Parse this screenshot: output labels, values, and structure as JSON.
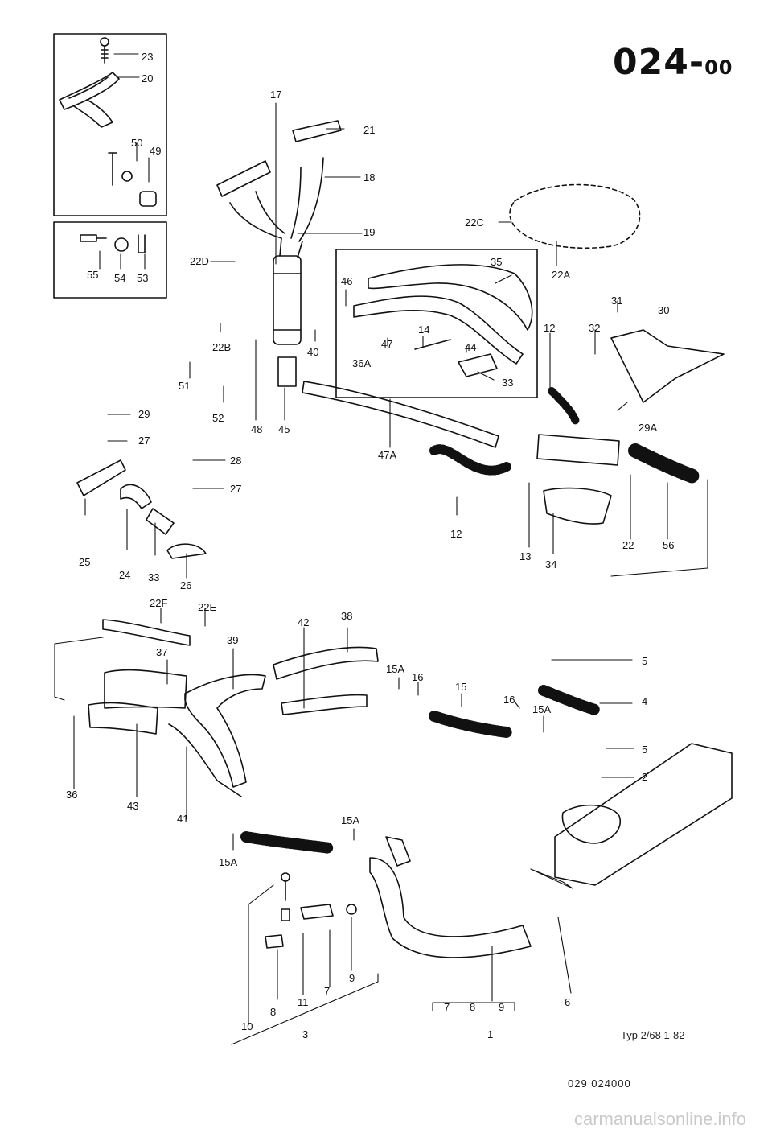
{
  "header": {
    "page_code": "024-",
    "page_suffix": "00"
  },
  "footer": {
    "model_info": "Typ 2/68   1-82",
    "ref_code": "029  024000",
    "watermark": "carmanualsonline.info"
  },
  "callouts": [
    {
      "id": "c23",
      "text": "23"
    },
    {
      "id": "c20",
      "text": "20"
    },
    {
      "id": "c50",
      "text": "50"
    },
    {
      "id": "c49",
      "text": "49"
    },
    {
      "id": "c55",
      "text": "55"
    },
    {
      "id": "c54",
      "text": "54"
    },
    {
      "id": "c53",
      "text": "53"
    },
    {
      "id": "c17",
      "text": "17"
    },
    {
      "id": "c21",
      "text": "21"
    },
    {
      "id": "c18",
      "text": "18"
    },
    {
      "id": "c19",
      "text": "19"
    },
    {
      "id": "c22D",
      "text": "22D"
    },
    {
      "id": "c22C",
      "text": "22C"
    },
    {
      "id": "c22A",
      "text": "22A"
    },
    {
      "id": "c35",
      "text": "35"
    },
    {
      "id": "c46",
      "text": "46"
    },
    {
      "id": "c47",
      "text": "47"
    },
    {
      "id": "c14",
      "text": "14"
    },
    {
      "id": "c44",
      "text": "44"
    },
    {
      "id": "c36A",
      "text": "36A"
    },
    {
      "id": "c33a",
      "text": "33"
    },
    {
      "id": "c12a",
      "text": "12"
    },
    {
      "id": "c31",
      "text": "31"
    },
    {
      "id": "c30",
      "text": "30"
    },
    {
      "id": "c32",
      "text": "32"
    },
    {
      "id": "c29A",
      "text": "29A"
    },
    {
      "id": "c22B",
      "text": "22B"
    },
    {
      "id": "c40",
      "text": "40"
    },
    {
      "id": "c51",
      "text": "51"
    },
    {
      "id": "c52",
      "text": "52"
    },
    {
      "id": "c48",
      "text": "48"
    },
    {
      "id": "c45",
      "text": "45"
    },
    {
      "id": "c47A",
      "text": "47A"
    },
    {
      "id": "c29",
      "text": "29"
    },
    {
      "id": "c27a",
      "text": "27"
    },
    {
      "id": "c28",
      "text": "28"
    },
    {
      "id": "c27b",
      "text": "27"
    },
    {
      "id": "c25",
      "text": "25"
    },
    {
      "id": "c24",
      "text": "24"
    },
    {
      "id": "c33b",
      "text": "33"
    },
    {
      "id": "c26",
      "text": "26"
    },
    {
      "id": "c12b",
      "text": "12"
    },
    {
      "id": "c13",
      "text": "13"
    },
    {
      "id": "c34",
      "text": "34"
    },
    {
      "id": "c22",
      "text": "22"
    },
    {
      "id": "c56",
      "text": "56"
    },
    {
      "id": "c22F",
      "text": "22F"
    },
    {
      "id": "c22E",
      "text": "22E"
    },
    {
      "id": "c42",
      "text": "42"
    },
    {
      "id": "c38",
      "text": "38"
    },
    {
      "id": "c37",
      "text": "37"
    },
    {
      "id": "c39",
      "text": "39"
    },
    {
      "id": "c15Aa",
      "text": "15A"
    },
    {
      "id": "c16a",
      "text": "16"
    },
    {
      "id": "c15",
      "text": "15"
    },
    {
      "id": "c5a",
      "text": "5"
    },
    {
      "id": "c16b",
      "text": "16"
    },
    {
      "id": "c15Ab",
      "text": "15A"
    },
    {
      "id": "c4",
      "text": "4"
    },
    {
      "id": "c5b",
      "text": "5"
    },
    {
      "id": "c2",
      "text": "2"
    },
    {
      "id": "c36",
      "text": "36"
    },
    {
      "id": "c43",
      "text": "43"
    },
    {
      "id": "c41",
      "text": "41"
    },
    {
      "id": "c15Ac",
      "text": "15A"
    },
    {
      "id": "c15Ad",
      "text": "15A"
    },
    {
      "id": "c10",
      "text": "10"
    },
    {
      "id": "c8a",
      "text": "8"
    },
    {
      "id": "c11",
      "text": "11"
    },
    {
      "id": "c7a",
      "text": "7"
    },
    {
      "id": "c9a",
      "text": "9"
    },
    {
      "id": "c3",
      "text": "3"
    },
    {
      "id": "c7b",
      "text": "7"
    },
    {
      "id": "c8b",
      "text": "8"
    },
    {
      "id": "c9b",
      "text": "9"
    },
    {
      "id": "c1",
      "text": "1"
    },
    {
      "id": "c6",
      "text": "6"
    }
  ]
}
